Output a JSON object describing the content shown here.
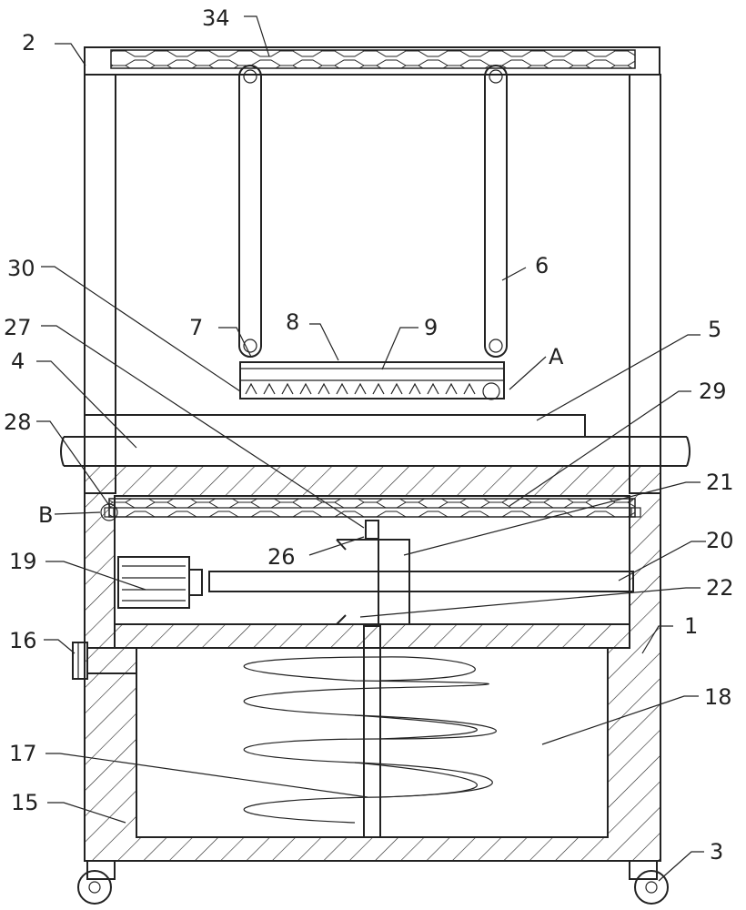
{
  "labels": {
    "l1": "1",
    "l2": "2",
    "l3": "3",
    "l4": "4",
    "l5": "5",
    "l6": "6",
    "l7": "7",
    "l8": "8",
    "l9": "9",
    "l15": "15",
    "l16": "16",
    "l17": "17",
    "l18": "18",
    "l19": "19",
    "l20": "20",
    "l21": "21",
    "l22": "22",
    "l26": "26",
    "l27": "27",
    "l28": "28",
    "l29": "29",
    "l30": "30",
    "l34": "34",
    "lA": "A",
    "lB": "B"
  },
  "colors": {
    "line": "#222222",
    "background": "#ffffff"
  }
}
